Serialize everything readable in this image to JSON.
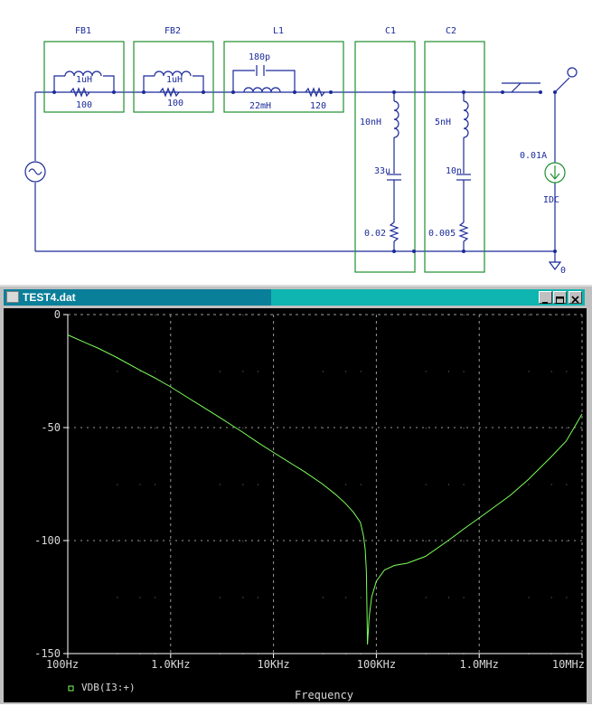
{
  "schematic": {
    "labels": {
      "fb1": "FB1",
      "fb2": "FB2",
      "l1": "L1",
      "c1": "C1",
      "c2": "C2",
      "fb1_ind": "1uH",
      "fb1_res": "100",
      "fb2_ind": "1uH",
      "fb2_res": "100",
      "l1_cap": "180p",
      "l1_ind": "22mH",
      "l1_res": "120",
      "c1_ind": "10nH",
      "c1_cap": "33u",
      "c1_res": "0.02",
      "c2_ind": "5nH",
      "c2_cap": "10n",
      "c2_res": "0.005",
      "idc_value": "0.01A",
      "idc_name": "IDC",
      "ground": "0"
    }
  },
  "window": {
    "title": "TEST4.dat",
    "buttons": [
      "minimize",
      "maximize",
      "close"
    ]
  },
  "chart_data": {
    "type": "line",
    "x_scale": "log",
    "xlim": [
      100,
      10000000
    ],
    "ylim": [
      -150,
      0
    ],
    "xticks": [
      "100Hz",
      "1.0KHz",
      "10KHz",
      "100KHz",
      "1.0MHz",
      "10MHz"
    ],
    "yticks": [
      "0",
      "-50",
      "-100",
      "-150"
    ],
    "xlabel": "Frequency",
    "ylabel": "",
    "grid": true,
    "legend_position": "bottom-left",
    "series": [
      {
        "name": "VDB(I3:+)",
        "color": "#7cff5a",
        "x": [
          100,
          150,
          200,
          300,
          500,
          700,
          1000,
          1500,
          2000,
          3000,
          5000,
          7000,
          10000,
          15000,
          20000,
          30000,
          40000,
          50000,
          60000,
          70000,
          75000,
          78000,
          80000,
          82000,
          85000,
          90000,
          100000,
          120000,
          150000,
          200000,
          300000,
          500000,
          700000,
          1000000,
          2000000,
          3000000,
          5000000,
          7000000,
          10000000
        ],
        "y": [
          -9,
          -12.5,
          -15,
          -19,
          -24.5,
          -28,
          -32,
          -37,
          -40.5,
          -45.5,
          -52,
          -56.5,
          -61,
          -66,
          -69.5,
          -75,
          -79.5,
          -83.5,
          -87.5,
          -92,
          -98,
          -104,
          -114,
          -146,
          -134,
          -125,
          -118,
          -113,
          -111,
          -110,
          -107,
          -100,
          -95,
          -90,
          -80,
          -73,
          -63,
          -56,
          -44
        ]
      }
    ]
  }
}
